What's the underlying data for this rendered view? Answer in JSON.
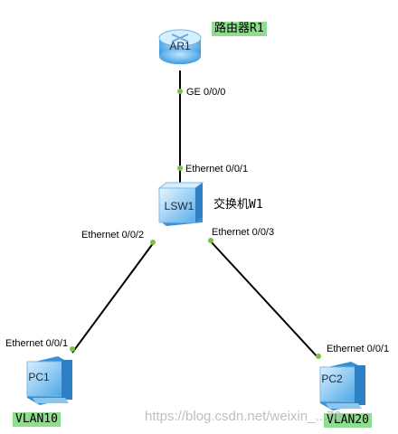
{
  "devices": {
    "router": {
      "label": "AR1",
      "name_tag": "路由器R1"
    },
    "switch": {
      "label": "LSW1",
      "name_tag": "交换机W1"
    },
    "pc1": {
      "label": "PC1",
      "vlan": "VLAN10"
    },
    "pc2": {
      "label": "PC2",
      "vlan": "VLAN20"
    }
  },
  "ports": {
    "router_ge": "GE 0/0/0",
    "switch_uplink": "Ethernet 0/0/1",
    "switch_p2": "Ethernet 0/0/2",
    "switch_p3": "Ethernet 0/0/3",
    "pc1_port": "Ethernet 0/0/1",
    "pc2_port": "Ethernet 0/0/1"
  },
  "colors": {
    "link": "#000000",
    "port_dot": "#7ac143",
    "tag_bg": "#8fdd8f",
    "device_blue": "#5aaee8"
  },
  "watermark": "https://blog.csdn.net/weixin_...70"
}
